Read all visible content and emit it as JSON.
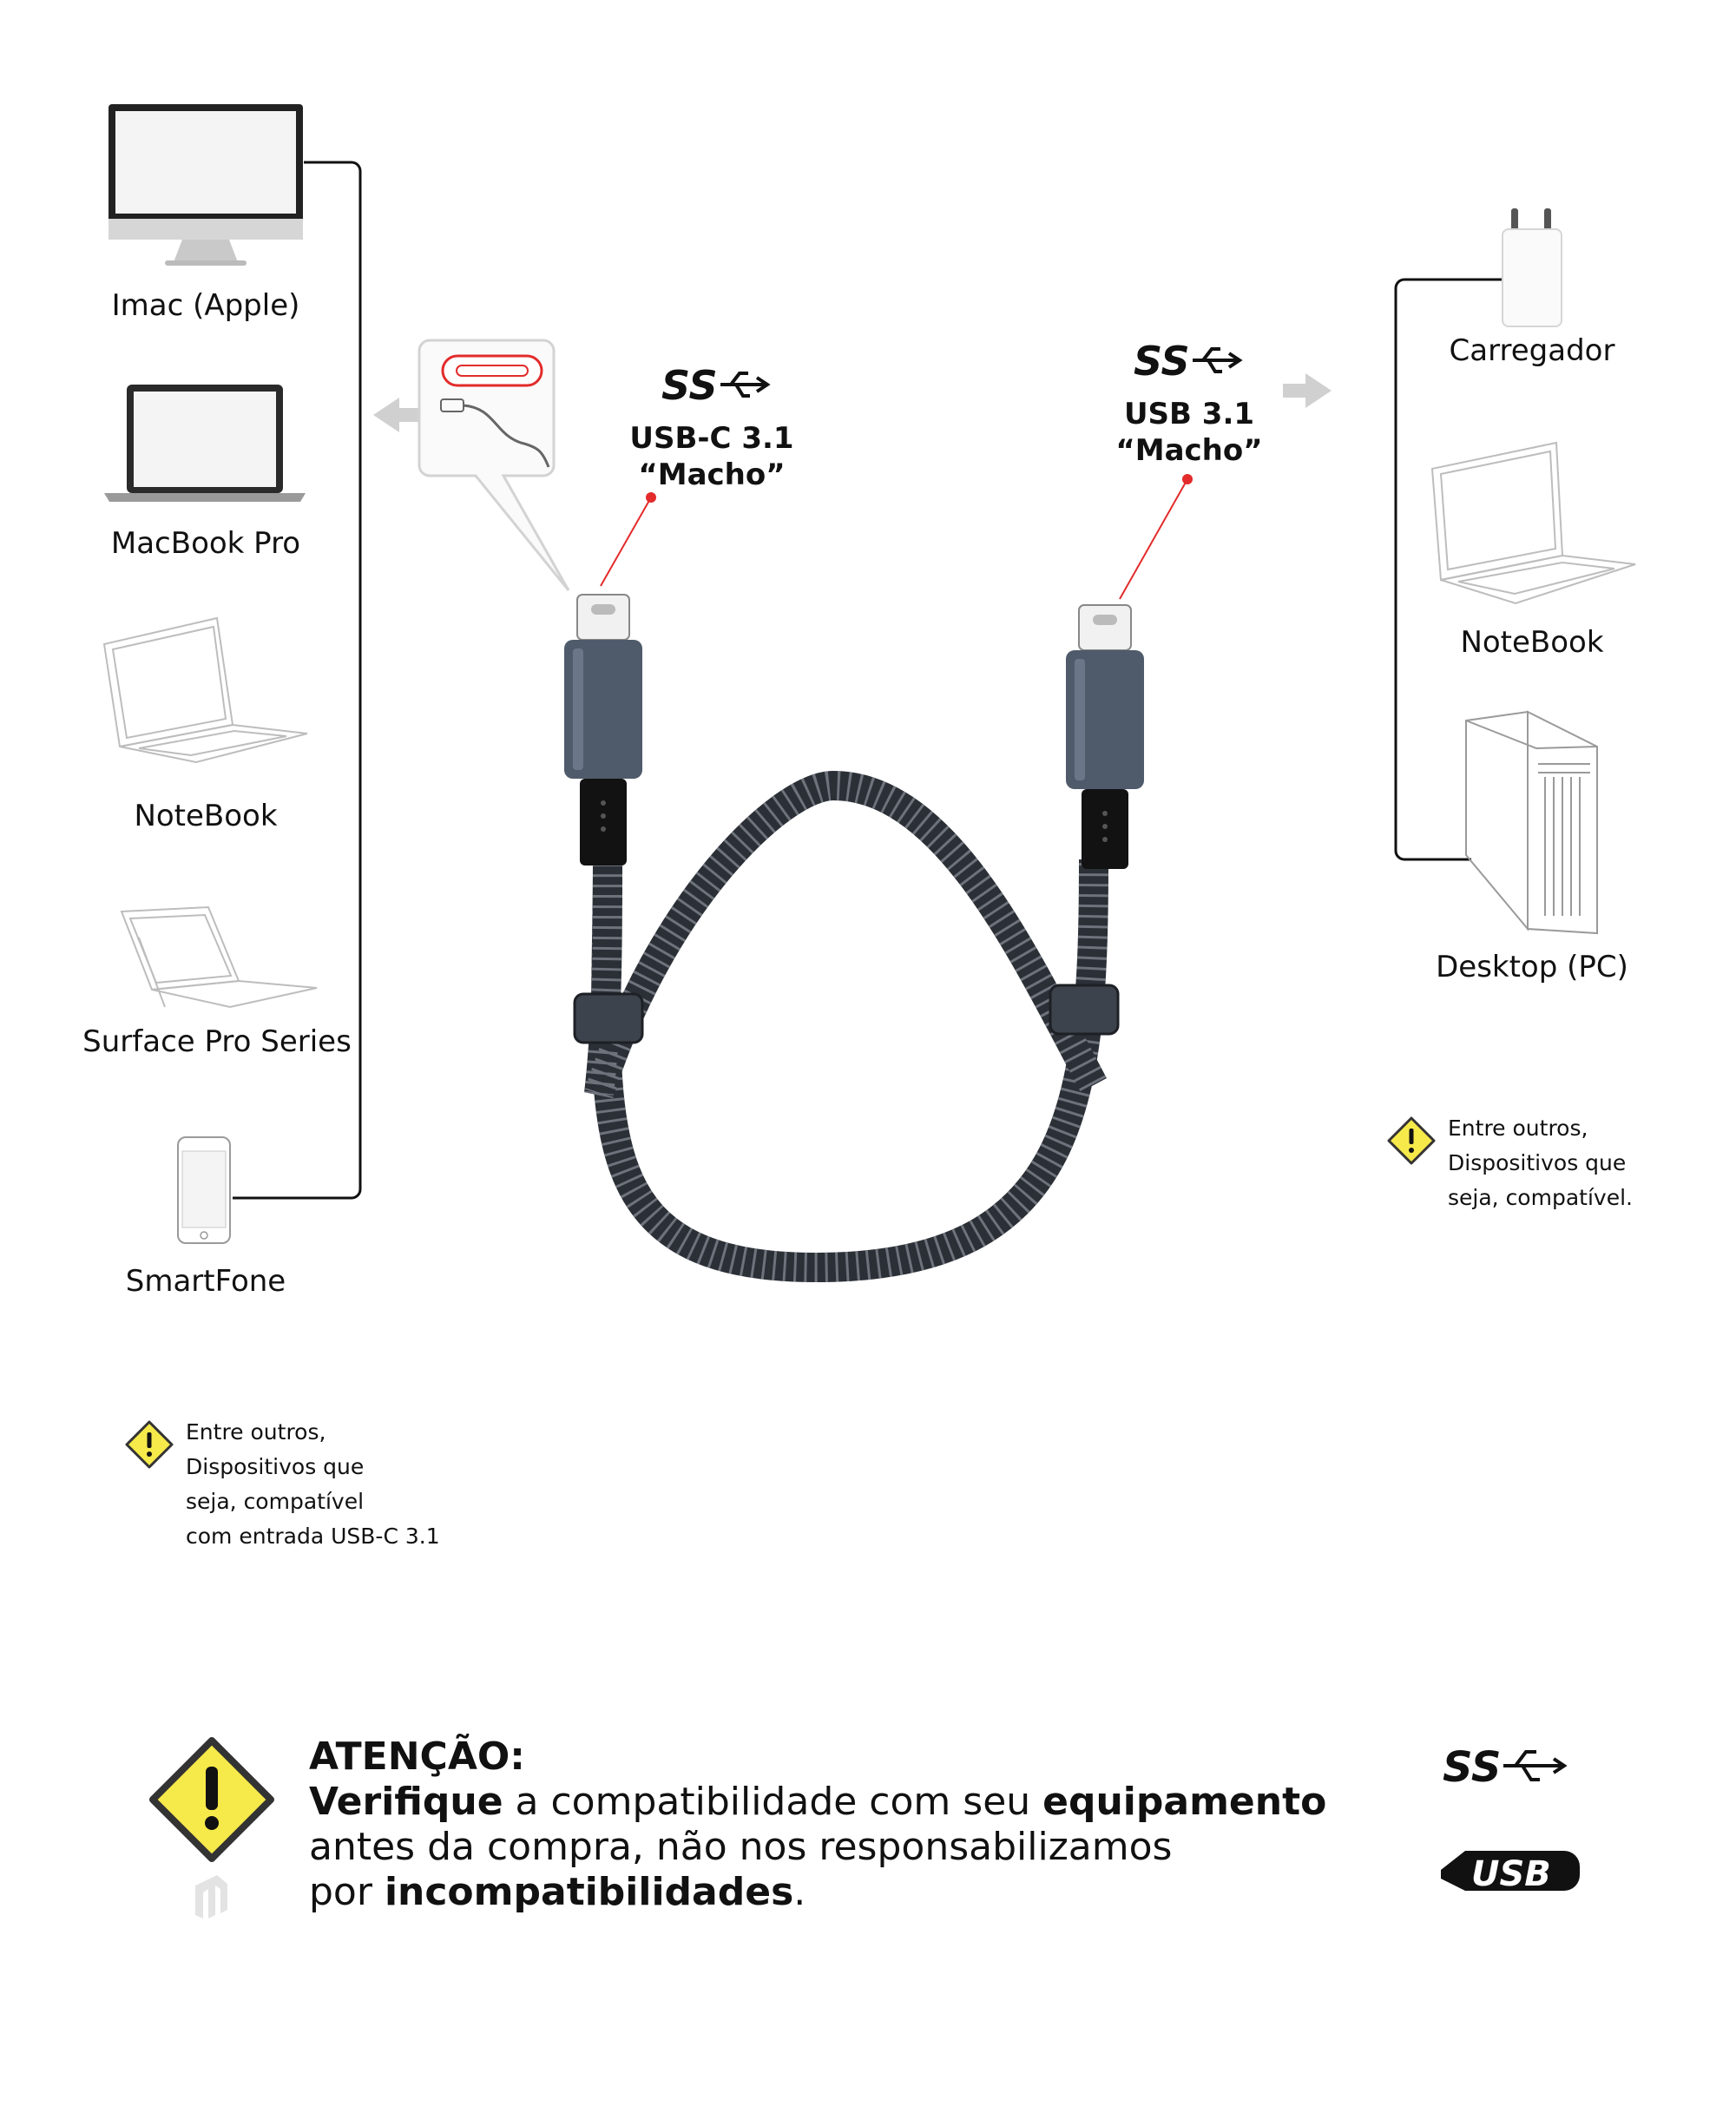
{
  "left_devices": [
    {
      "label": "Imac (Apple)",
      "icon": "imac-icon"
    },
    {
      "label": "MacBook Pro",
      "icon": "macbook-icon"
    },
    {
      "label": "NoteBook",
      "icon": "notebook-icon"
    },
    {
      "label": "Surface Pro Series",
      "icon": "surface-icon"
    },
    {
      "label": "SmartFone",
      "icon": "smartphone-icon"
    }
  ],
  "right_devices": [
    {
      "label": "Carregador",
      "icon": "charger-icon"
    },
    {
      "label": "NoteBook",
      "icon": "notebook-icon"
    },
    {
      "label": "Desktop (PC)",
      "icon": "desktop-pc-icon"
    }
  ],
  "connectors": {
    "left": {
      "line1": "USB-C 3.1",
      "line2": "“Macho”"
    },
    "right": {
      "line1": "USB 3.1",
      "line2": "“Macho”"
    }
  },
  "notes": {
    "left": [
      "Entre outros,",
      "Dispositivos que",
      "seja, compatível",
      "com entrada  USB-C 3.1"
    ],
    "right": [
      "Entre outros,",
      "Dispositivos que",
      "seja, compatível."
    ]
  },
  "attention": {
    "title": "ATENÇÃO:",
    "line1_bold1": "Verifique",
    "line1_text": " a compatibilidade com seu ",
    "line1_bold2": "equipamento",
    "line2": "antes da compra, não nos responsabilizamos",
    "line3_text": "por ",
    "line3_bold": "incompatibilidades",
    "line3_end": "."
  },
  "logos": {
    "ss": "SS",
    "usb": "USB"
  },
  "colors": {
    "warning_yellow": "#f6e94a",
    "accent_red": "#e32b2b",
    "cable_dark": "#2b2f36",
    "connector_gray": "#4f5b6b"
  }
}
